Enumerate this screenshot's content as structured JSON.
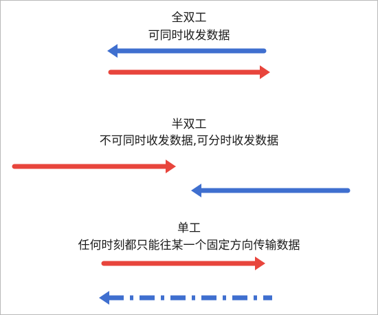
{
  "colors": {
    "red": "#e8453c",
    "blue": "#3f6fcf",
    "text": "#1a1a1a"
  },
  "sections": {
    "full_duplex": {
      "title": "全双工",
      "desc": "可同时收发数据"
    },
    "half_duplex": {
      "title": "半双工",
      "desc": "不可同时收发数据,可分时收发数据"
    },
    "simplex": {
      "title": "单工",
      "desc": "任何时刻都只能往某一个固定方向传输数据"
    }
  },
  "arrows": [
    {
      "name": "full-duplex-blue-arrow",
      "direction": "left",
      "color": "blue",
      "style": "solid"
    },
    {
      "name": "full-duplex-red-arrow",
      "direction": "right",
      "color": "red",
      "style": "solid"
    },
    {
      "name": "half-duplex-red-arrow",
      "direction": "right",
      "color": "red",
      "style": "solid"
    },
    {
      "name": "half-duplex-blue-arrow",
      "direction": "left",
      "color": "blue",
      "style": "solid"
    },
    {
      "name": "simplex-red-arrow",
      "direction": "right",
      "color": "red",
      "style": "solid"
    },
    {
      "name": "simplex-blue-arrow",
      "direction": "left",
      "color": "blue",
      "style": "dash-dot"
    }
  ]
}
